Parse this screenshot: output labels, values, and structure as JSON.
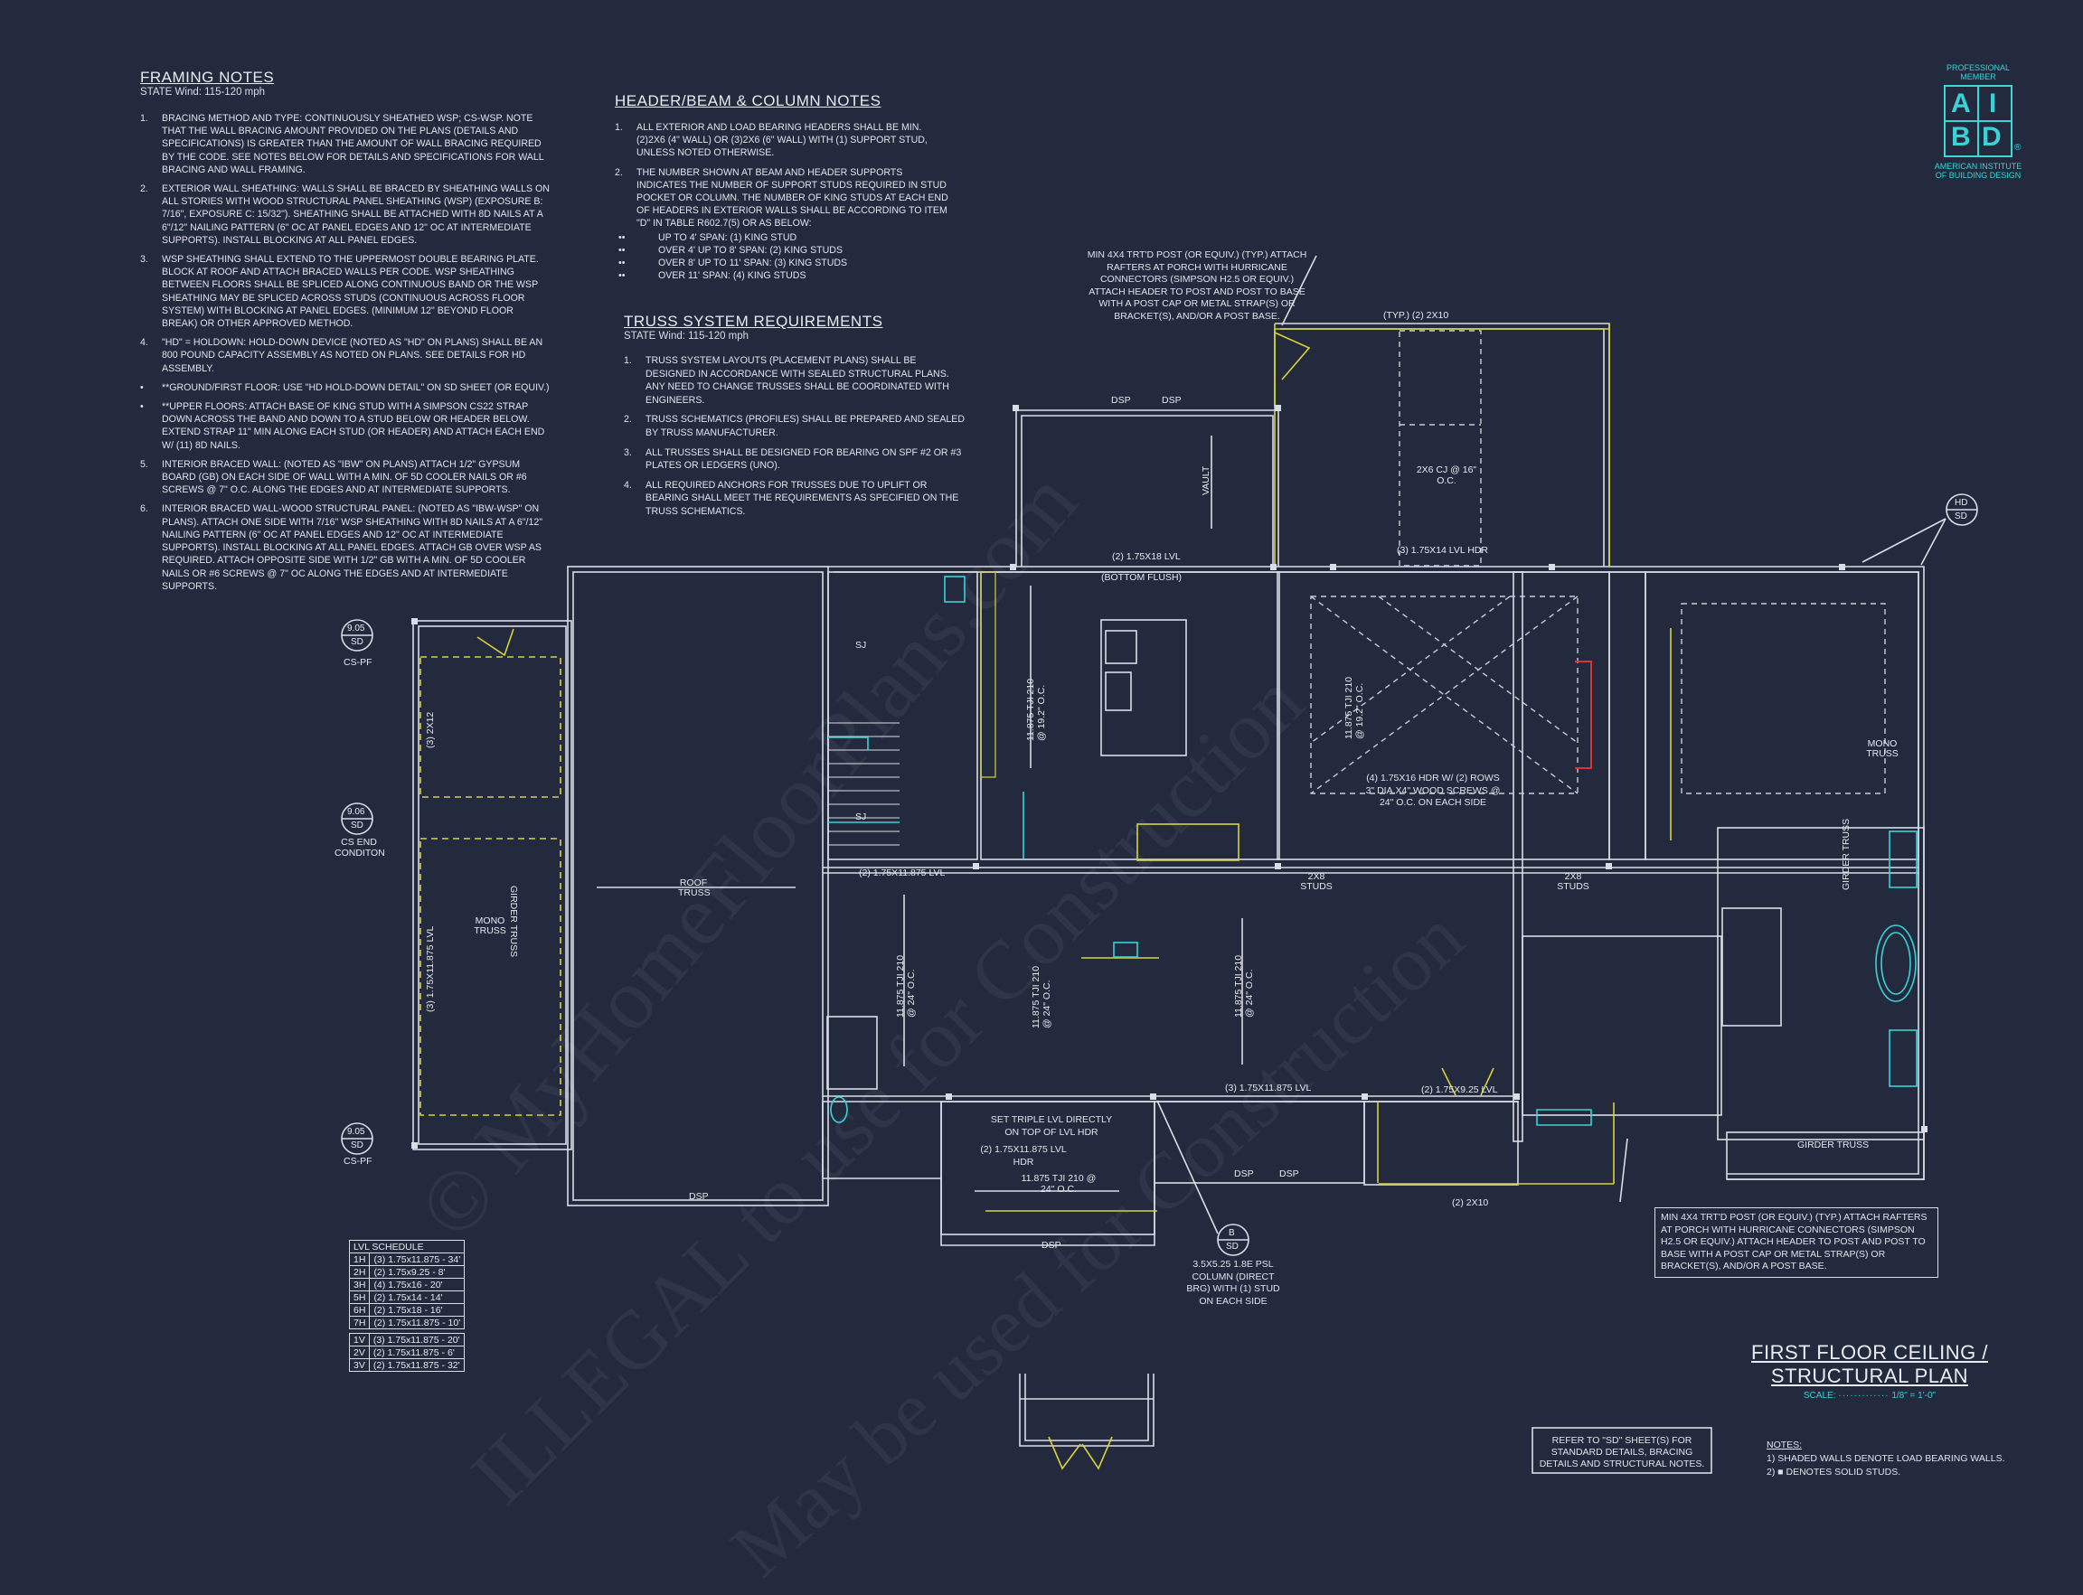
{
  "framing_notes": {
    "title": "FRAMING NOTES",
    "subtitle": "STATE Wind: 115-120 mph",
    "items": [
      {
        "num": "1.",
        "text": "BRACING METHOD AND TYPE: CONTINUOUSLY SHEATHED WSP; CS-WSP. NOTE THAT THE WALL BRACING AMOUNT PROVIDED ON THE PLANS (DETAILS AND SPECIFICATIONS) IS GREATER THAN THE AMOUNT OF WALL BRACING REQUIRED BY THE CODE. SEE NOTES BELOW FOR DETAILS AND SPECIFICATIONS FOR WALL BRACING AND WALL FRAMING."
      },
      {
        "num": "2.",
        "text": "EXTERIOR WALL SHEATHING: WALLS SHALL BE BRACED BY SHEATHING WALLS ON ALL STORIES WITH WOOD STRUCTURAL PANEL SHEATHING (WSP) (EXPOSURE B: 7/16\", EXPOSURE C: 15/32\"). SHEATHING SHALL BE ATTACHED WITH 8d NAILS AT A 6\"/12\" NAILING PATTERN (6\" OC AT PANEL EDGES AND 12\" OC AT INTERMEDIATE SUPPORTS). INSTALL BLOCKING AT ALL PANEL EDGES."
      },
      {
        "num": "3.",
        "text": "WSP SHEATHING SHALL EXTEND TO THE UPPERMOST DOUBLE BEARING PLATE. BLOCK AT ROOF AND ATTACH BRACED WALLS PER CODE. WSP SHEATHING BETWEEN FLOORS SHALL BE SPLICED ALONG CONTINUOUS BAND OR THE WSP SHEATHING MAY BE SPLICED ACROSS STUDS (CONTINUOUS ACROSS FLOOR SYSTEM) WITH BLOCKING AT PANEL EDGES. (MINIMUM 12\" BEYOND FLOOR BREAK) OR OTHER APPROVED METHOD."
      },
      {
        "num": "4.",
        "text": "\"HD\" = HOLDOWN: HOLD-DOWN DEVICE (NOTED AS \"HD\" ON PLANS) SHALL BE AN 800 POUND CAPACITY ASSEMBLY AS NOTED ON PLANS. SEE DETAILS FOR HD ASSEMBLY."
      },
      {
        "num": "•",
        "text": "**GROUND/FIRST FLOOR: USE \"HD HOLD-DOWN DETAIL\" ON SD SHEET (OR EQUIV.)"
      },
      {
        "num": "•",
        "text": "**UPPER FLOORS: ATTACH BASE OF KING STUD WITH A SIMPSON CS22 STRAP DOWN ACROSS THE BAND AND DOWN TO A STUD BELOW OR HEADER BELOW. EXTEND STRAP 11\" MIN ALONG EACH STUD (OR HEADER) AND ATTACH EACH END W/ (11) 8d NAILS."
      },
      {
        "num": "5.",
        "text": "INTERIOR BRACED WALL: (NOTED AS \"IBW\" ON PLANS) ATTACH 1/2\" GYPSUM BOARD (GB) ON EACH SIDE OF WALL WITH A MIN. OF 5d COOLER NAILS OR #6 SCREWS @ 7\" O.C. ALONG THE EDGES AND AT INTERMEDIATE SUPPORTS."
      },
      {
        "num": "6.",
        "text": "INTERIOR BRACED WALL-WOOD STRUCTURAL PANEL: (NOTED AS \"IBW-WSP\" ON PLANS). ATTACH ONE SIDE WITH 7/16\" WSP SHEATHING WITH 8d NAILS AT A 6\"/12\" NAILING PATTERN (6\" OC AT PANEL EDGES AND 12\" OC AT INTERMEDIATE SUPPORTS). INSTALL BLOCKING AT ALL PANEL EDGES. ATTACH GB OVER WSP AS REQUIRED. ATTACH OPPOSITE SIDE WITH 1/2\" GB WITH A MIN. OF 5d COOLER NAILS OR #6 SCREWS @ 7\" OC ALONG THE EDGES AND AT INTERMEDIATE SUPPORTS."
      }
    ]
  },
  "header_notes": {
    "title": "HEADER/BEAM & COLUMN NOTES",
    "items": [
      {
        "num": "1.",
        "text": "ALL EXTERIOR AND LOAD BEARING HEADERS SHALL BE MIN. (2)2x6 (4\" WALL) OR (3)2x6 (6\" WALL) WITH (1) SUPPORT STUD, UNLESS NOTED OTHERWISE."
      },
      {
        "num": "2.",
        "text": "THE NUMBER SHOWN AT BEAM AND HEADER SUPPORTS INDICATES THE NUMBER OF SUPPORT STUDS REQUIRED IN STUD POCKET OR COLUMN. THE NUMBER OF KING STUDS AT EACH END OF HEADERS IN EXTERIOR WALLS SHALL BE ACCORDING TO ITEM \"d\" IN TABLE R602.7(5) OR AS BELOW:"
      }
    ],
    "bullets": [
      "UP TO 4' SPAN: (1) KING STUD",
      "OVER 4' UP TO 8' SPAN: (2) KING STUDS",
      "OVER 8' UP TO 11' SPAN: (3) KING STUDS",
      "OVER 11' SPAN: (4) KING STUDS"
    ]
  },
  "truss_notes": {
    "title": "TRUSS SYSTEM REQUIREMENTS",
    "subtitle": "STATE Wind: 115-120 mph",
    "items": [
      {
        "num": "1.",
        "text": "TRUSS SYSTEM LAYOUTS (PLACEMENT PLANS) SHALL BE DESIGNED IN ACCORDANCE WITH SEALED STRUCTURAL PLANS. ANY NEED TO CHANGE TRUSSES SHALL BE COORDINATED WITH ENGINEERS."
      },
      {
        "num": "2.",
        "text": "TRUSS SCHEMATICS (PROFILES) SHALL BE PREPARED AND SEALED BY TRUSS MANUFACTURER."
      },
      {
        "num": "3.",
        "text": "ALL TRUSSES SHALL BE DESIGNED FOR BEARING ON SPF #2 OR #3 PLATES OR LEDGERS (UNO)."
      },
      {
        "num": "4.",
        "text": "ALL REQUIRED ANCHORS FOR TRUSSES DUE TO UPLIFT OR BEARING SHALL MEET THE REQUIREMENTS AS SPECIFIED ON THE TRUSS SCHEMATICS."
      }
    ]
  },
  "aibd": {
    "top": "PROFESSIONAL MEMBER",
    "letters": [
      "A",
      "I",
      "B",
      "D"
    ],
    "reg": "®",
    "bottom": "AMERICAN INSTITUTE OF BUILDING DESIGN"
  },
  "callouts": {
    "porch_post_top": "MIN 4x4 TRT'D POST (OR EQUIV.) (TYP.) ATTACH RAFTERS AT PORCH WITH HURRICANE CONNECTORS (SIMPSON H2.5 OR EQUIV.) ATTACH HEADER TO POST AND POST TO BASE WITH A POST CAP OR METAL STRAP(S) OR BRACKET(S), AND/OR A POST BASE.",
    "porch_post_bottom": "MIN 4x4 TRT'D POST (OR EQUIV.) (TYP.) ATTACH RAFTERS AT PORCH WITH HURRICANE CONNECTORS (SIMPSON H2.5 OR EQUIV.) ATTACH HEADER TO POST AND POST TO BASE WITH A POST CAP OR METAL STRAP(S) OR BRACKET(S), AND/OR A POST BASE.",
    "psl_column": "3.5x5.25 1.8E PSL COLUMN (DIRECT BRG) WITH (1) STUD ON EACH SIDE",
    "triple_lvl": "SET TRIPLE LVL DIRECTLY ON TOP OF LVL HDR",
    "hdr_lvl": "(2) 1.75x11.875 LVL HDR",
    "rows_screws": "(4) 1.75x16 HDR w/ (2) ROWS 3\" DIA.x4\" WOOD SCREWS @ 24\" O.C. ON EACH SIDE",
    "refer_sd": "REFER TO \"SD\" SHEET(S) FOR STANDARD DETAILS, BRACING DETAILS AND STRUCTURAL NOTES."
  },
  "plan_labels": {
    "typ_2x10": "(TYP.) (2) 2x10",
    "hdr_2x10_bottom": "(2) 2x10",
    "lvl_bottom_flush": "(2) 1.75x18 LVL",
    "bottom_flush": "(BOTTOM FLUSH)",
    "lvl_3_175x14": "(3) 1.75x14 LVL HDR",
    "lvl_2_11875_mid": "(2) 1.75x11.875 LVL",
    "lvl_3_11875": "(3) 1.75x11.875 LVL",
    "lvl_2_925": "(2) 1.75x9.25 LVL",
    "roof_truss": "ROOF TRUSS",
    "mono_truss_left": "MONO TRUSS",
    "mono_truss_right": "MONO TRUSS",
    "girder_truss_left": "GIRDER TRUSS",
    "girder_truss_right": "GIRDER TRUSS",
    "girder_truss_bottom": "GIRDER TRUSS",
    "vault": "VAULT",
    "cj_2x6": "2x6 CJ @ 16\" O.C.",
    "lvl_left": "(3) 1.75x11.875 LVL",
    "left_2x12": "(3) 2x12",
    "tji_1": "11.875 TJI 210 @ 19.2\" O.C.",
    "tji_2": "11.875 TJI 210 @ 24\" O.C.",
    "tji_3": "11.875 TJI 210 @ 24\" O.C.",
    "tji_4": "11.875 TJI 210 @ 24\" O.C.",
    "tji_5": "11.875 TJI 210 @ 24\" O.C.",
    "tji_6": "11.875 TJI 210 @ 19.2\" O.C.",
    "studs_2x8_a": "2x8 STUDS",
    "studs_2x8_b": "2x8 STUDS",
    "dsp": "DSP",
    "sj": "SJ",
    "cs_pf_1": "CS-PF",
    "cs_pf_2": "CS-PF",
    "cs_end": "CS END CONDITON",
    "sec_905_sd_1": "9.05",
    "sec_906_sd": "9.06",
    "sec_905_sd_2": "9.05",
    "sd": "SD",
    "hd": "HD",
    "b_sd": "B"
  },
  "lvl_schedule": {
    "title": "LVL SCHEDULE",
    "rows": [
      [
        "1H",
        "(3) 1.75x11.875 - 34'"
      ],
      [
        "2H",
        "(2) 1.75x9.25 - 8'"
      ],
      [
        "3H",
        "(4) 1.75x16 - 20'"
      ],
      [
        "5H",
        "(2) 1.75x14 - 14'"
      ],
      [
        "6H",
        "(2) 1.75x18 - 16'"
      ],
      [
        "7H",
        "(2) 1.75x11.875 - 10'"
      ]
    ],
    "rows2": [
      [
        "1V",
        "(3) 1.75x11.875 - 20'"
      ],
      [
        "2V",
        "(2) 1.75x11.875 - 6'"
      ],
      [
        "3V",
        "(2) 1.75x11.875 - 32'"
      ]
    ]
  },
  "title_block": {
    "title_line1": "FIRST FLOOR CEILING /",
    "title_line2": "STRUCTURAL PLAN",
    "scale_label": "SCALE:",
    "scale_value": "1/8\" = 1'-0\"",
    "notes_title": "NOTES:",
    "notes": [
      "1) SHADED WALLS DENOTE LOAD BEARING WALLS.",
      "2) ■ DENOTES SOLID STUDS."
    ]
  },
  "watermarks": [
    "© MyHomeFloorPlans.com",
    "ILLEGAL to use for Construction",
    "May be used for Construction"
  ],
  "colors": {
    "background": "#232a3e",
    "wall": "#d9dde5",
    "beam_yellow": "#d8d23a",
    "fixture_cyan": "#39d2d8",
    "fireplace_red": "#d43535"
  }
}
